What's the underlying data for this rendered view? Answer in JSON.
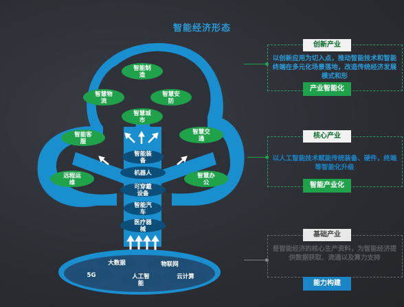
{
  "title": "智能经济形态",
  "leaves": [
    {
      "id": "zhinengzhizao",
      "lines": [
        "智能制",
        "造"
      ]
    },
    {
      "id": "zhihuiwuliu",
      "lines": [
        "智慧物",
        "流"
      ]
    },
    {
      "id": "zhihuianfang",
      "lines": [
        "智慧安",
        "防"
      ]
    },
    {
      "id": "zhihuichengshi",
      "lines": [
        "智慧城",
        "市"
      ]
    },
    {
      "id": "zhinengkefu",
      "lines": [
        "智能客",
        "服"
      ]
    },
    {
      "id": "zhihuijiaotong",
      "lines": [
        "智慧交",
        "通"
      ]
    },
    {
      "id": "yuanchengyunwei",
      "lines": [
        "远程运",
        "维"
      ]
    },
    {
      "id": "zhihuibangong",
      "lines": [
        "智慧办",
        "公"
      ]
    }
  ],
  "trunk_items": [
    {
      "id": "zhinengzhuangbei",
      "lines": [
        "智能装",
        "备"
      ]
    },
    {
      "id": "jiqiren",
      "lines": [
        "机器人"
      ]
    },
    {
      "id": "kechuandai",
      "lines": [
        "可穿戴",
        "设备"
      ]
    },
    {
      "id": "zhinengqiche",
      "lines": [
        "智能汽",
        "车"
      ]
    },
    {
      "id": "yiliaoqixie",
      "lines": [
        "医疗器",
        "械"
      ]
    }
  ],
  "roots": [
    {
      "id": "dashuju",
      "lines": [
        "大数据"
      ]
    },
    {
      "id": "wulianwang",
      "lines": [
        "物联网"
      ]
    },
    {
      "id": "5g",
      "lines": [
        "5G"
      ]
    },
    {
      "id": "rengongzhineng",
      "lines": [
        "人工智",
        "能"
      ]
    },
    {
      "id": "yunjisuan",
      "lines": [
        "云计算"
      ]
    }
  ],
  "tiers": [
    {
      "header": "创新产业",
      "text": "以创新应用为切入点，推动智能技术和智能终端在多元化场景落地，改造传统经济发展模式和形",
      "footer": "产业智能化",
      "text_color": "#2a9bd8"
    },
    {
      "header": "核心产业",
      "text": "以人工智能技术赋能传统装备、硬件，终端等智能化升级",
      "footer": "智能产业化",
      "text_color": "#1a86c8"
    },
    {
      "header": "基础产业",
      "text": "是智能经济的核心生产资料，为智能经济提供数据获取、流通以及算力支持",
      "footer": "能力构建",
      "text_color": "#5a5d62"
    }
  ],
  "colors": {
    "tree_blue": "#1a8fd0",
    "leaf_green": "#1fa24a",
    "trunk_dark": "#0b4f7a",
    "root_dark": "#1f4e74"
  }
}
